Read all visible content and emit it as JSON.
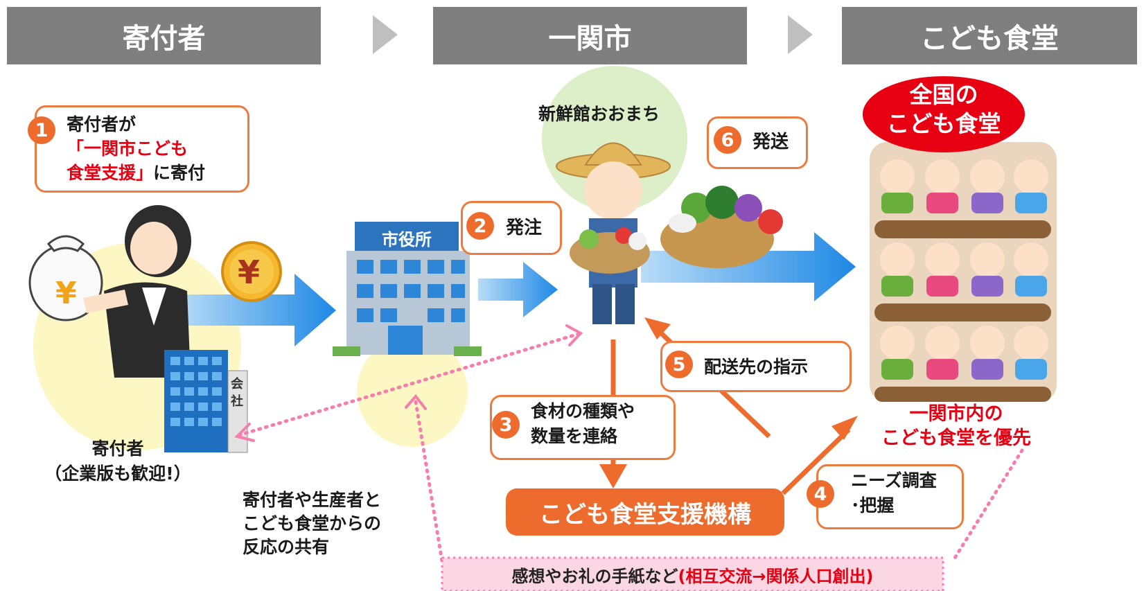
{
  "headers": [
    "寄付者",
    "一関市",
    "こども食堂"
  ],
  "step1": {
    "num": "1",
    "line1": "寄付者が",
    "line2": "「一関市こども",
    "line3a": "食堂支援」",
    "line3b": "に寄付"
  },
  "step2": {
    "num": "2",
    "label": "発注"
  },
  "step3": {
    "num": "3",
    "line1": "食材の種類や",
    "line2": "数量を連絡"
  },
  "step4": {
    "num": "4",
    "line1": "ニーズ調査",
    "line2": "･把握"
  },
  "step5": {
    "num": "5",
    "label": "配送先の指示"
  },
  "step6": {
    "num": "6",
    "label": "発送"
  },
  "donor": {
    "line1": "寄付者",
    "line2": "（企業版も歓迎!）",
    "building_sign": [
      "会",
      "社"
    ]
  },
  "city_hall_sign": "市役所",
  "yen_symbol": "¥",
  "farm_label": "新鮮館おおまち",
  "org_label": "こども食堂支援機構",
  "nation_title": {
    "line1": "全国の",
    "line2": "こども食堂"
  },
  "priority": {
    "line1": "一関市内の",
    "line2": "こども食堂を優先"
  },
  "feedback": {
    "line1": "寄付者や生産者と",
    "line2": "こども食堂からの",
    "line3": "反応の共有"
  },
  "bottom_banner": {
    "black": "感想やお礼の手紙など",
    "red": "(相互交流→関係人口創出)"
  },
  "colors": {
    "header": "#7f7f7f",
    "accent": "#ec6b2d",
    "arrow_blue": "#2f8ee0",
    "red": "#e60012",
    "dotted_pink": "#f47fae"
  }
}
